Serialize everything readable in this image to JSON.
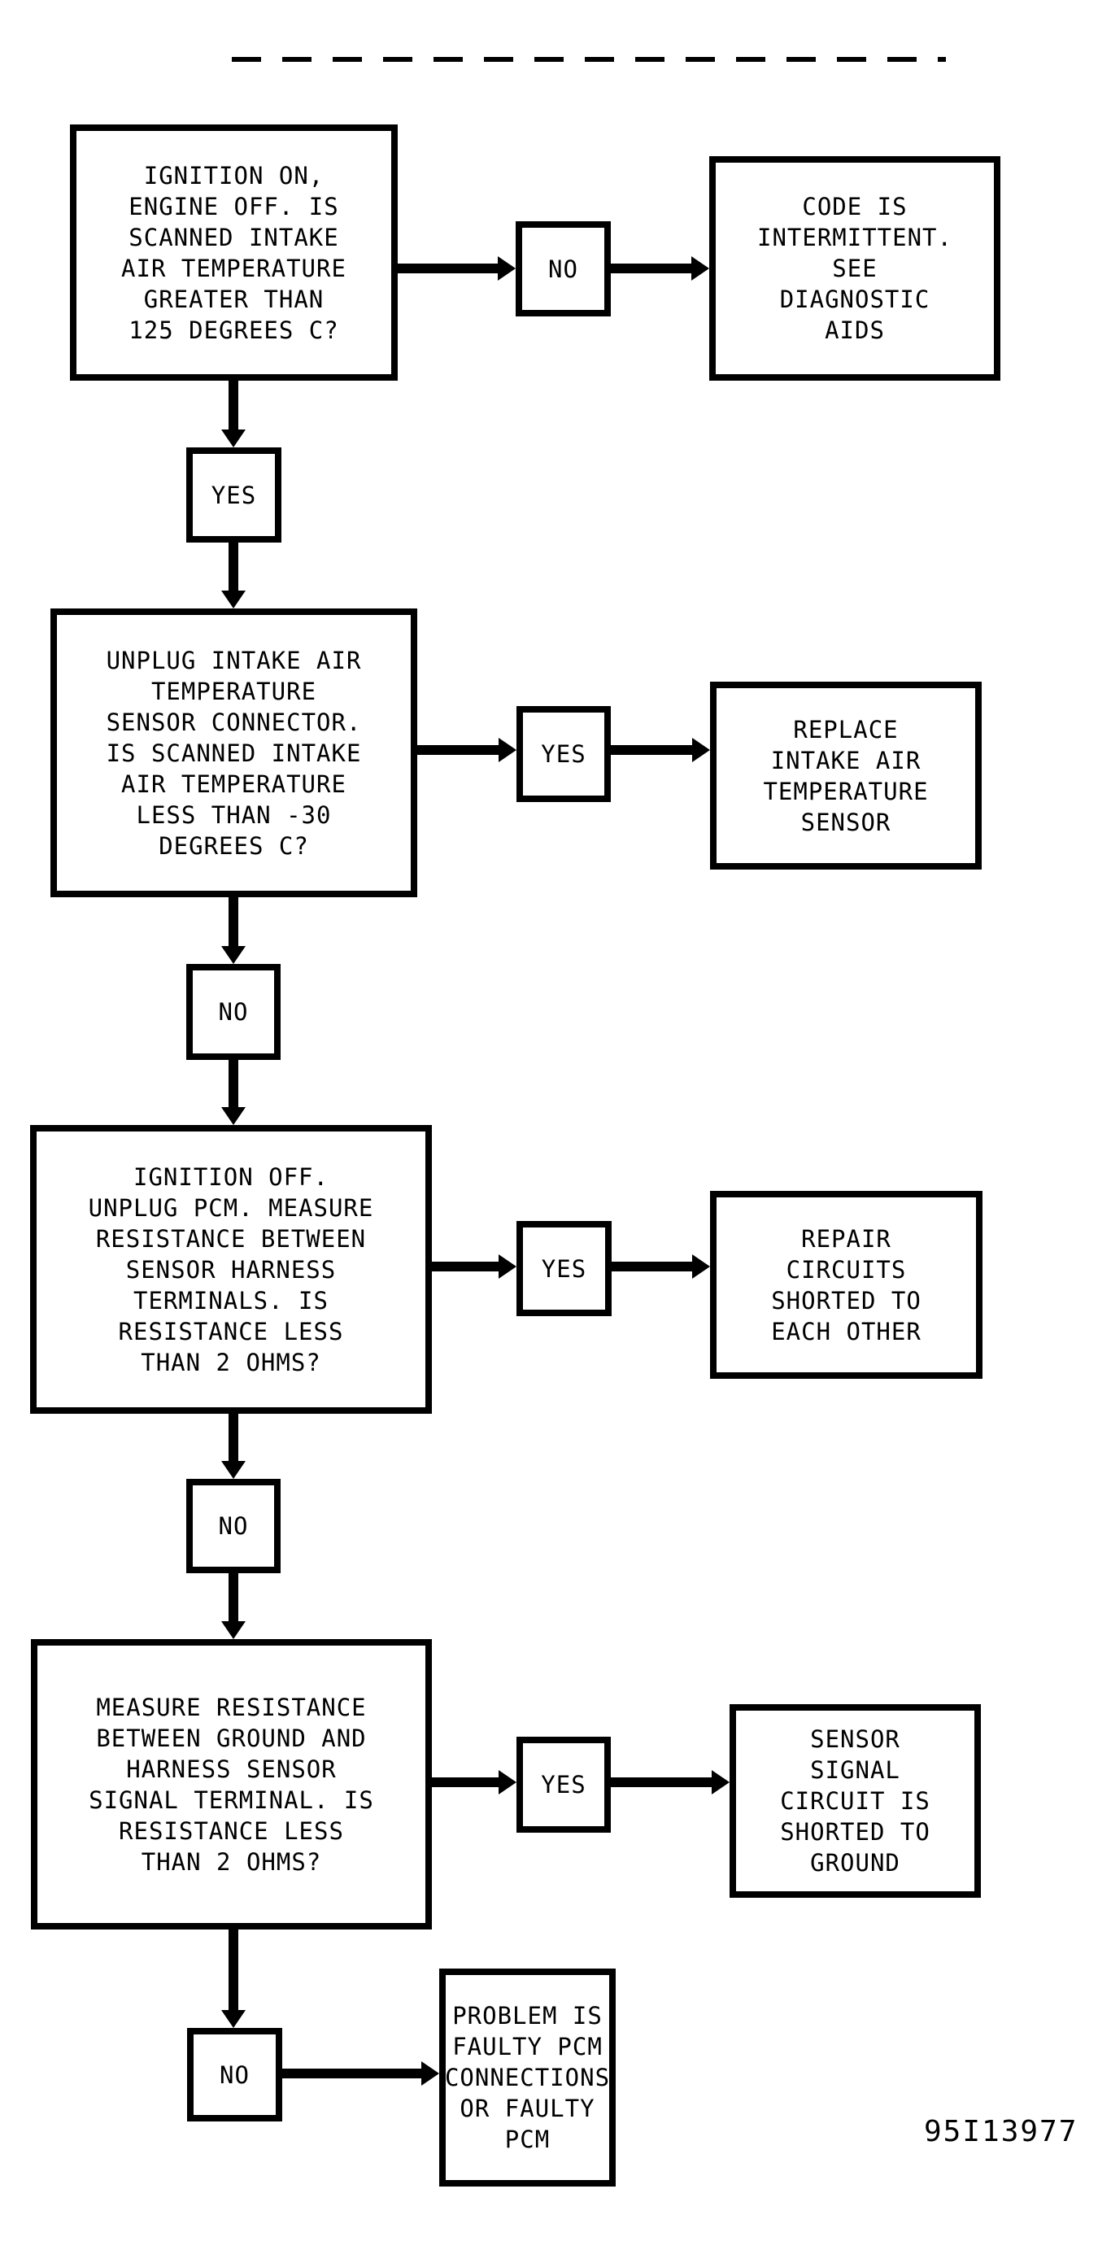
{
  "figure_code": "95I13977",
  "colors": {
    "ink": "#000000",
    "background": "#ffffff"
  },
  "flowchart": {
    "decision_1": {
      "label": [
        "IGNITION ON,",
        "ENGINE OFF. IS",
        "SCANNED INTAKE",
        "AIR TEMPERATURE",
        "GREATER THAN",
        "125 DEGREES C?"
      ]
    },
    "no_1": {
      "label": "NO"
    },
    "result_1": {
      "label": [
        "CODE IS",
        "INTERMITTENT.",
        "SEE",
        "DIAGNOSTIC",
        "AIDS"
      ]
    },
    "yes_1": {
      "label": "YES"
    },
    "decision_2": {
      "label": [
        "UNPLUG INTAKE AIR",
        "TEMPERATURE",
        "SENSOR CONNECTOR.",
        "IS SCANNED INTAKE",
        "AIR TEMPERATURE",
        "LESS THAN -30",
        "DEGREES C?"
      ]
    },
    "yes_2": {
      "label": "YES"
    },
    "result_2": {
      "label": [
        "REPLACE",
        "INTAKE AIR",
        "TEMPERATURE",
        "SENSOR"
      ]
    },
    "no_2": {
      "label": "NO"
    },
    "decision_3": {
      "label": [
        "IGNITION OFF.",
        "UNPLUG PCM. MEASURE",
        "RESISTANCE BETWEEN",
        "SENSOR HARNESS",
        "TERMINALS. IS",
        "RESISTANCE LESS",
        "THAN 2 OHMS?"
      ]
    },
    "yes_3": {
      "label": "YES"
    },
    "result_3": {
      "label": [
        "REPAIR",
        "CIRCUITS",
        "SHORTED TO",
        "EACH OTHER"
      ]
    },
    "no_3": {
      "label": "NO"
    },
    "decision_4": {
      "label": [
        "MEASURE RESISTANCE",
        "BETWEEN GROUND AND",
        "HARNESS SENSOR",
        "SIGNAL TERMINAL. IS",
        "RESISTANCE LESS",
        "THAN 2 OHMS?"
      ]
    },
    "yes_4": {
      "label": "YES"
    },
    "result_4": {
      "label": [
        "SENSOR",
        "SIGNAL",
        "CIRCUIT IS",
        "SHORTED TO",
        "GROUND"
      ]
    },
    "no_4": {
      "label": "NO"
    },
    "result_5": {
      "label": [
        "PROBLEM IS",
        "FAULTY PCM",
        "CONNECTIONS",
        "OR FAULTY",
        "PCM"
      ]
    }
  }
}
